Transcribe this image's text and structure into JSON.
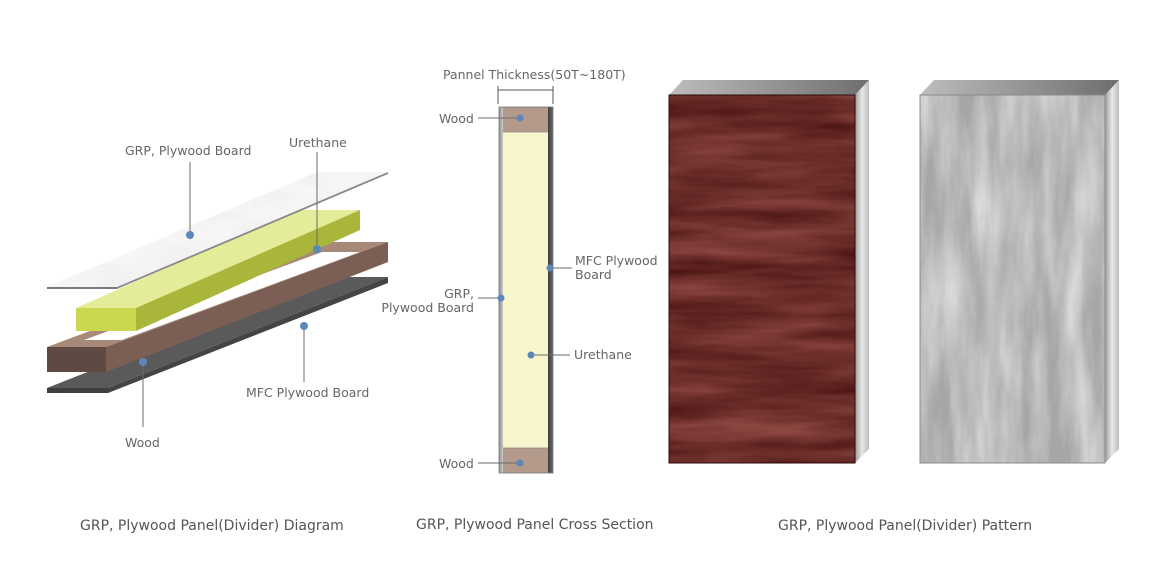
{
  "exploded_diagram": {
    "labels": {
      "grp_board": "GRP, Plywood Board",
      "urethane": "Urethane",
      "mfc_board": "MFC Plywood Board",
      "wood": "Wood"
    },
    "caption": "GRP, Plywood Panel(Divider) Diagram"
  },
  "cross_section": {
    "thickness_label": "Pannel Thickness(50T~180T)",
    "labels": {
      "wood_top": "Wood",
      "mfc_line1": "MFC Plywood",
      "mfc_line2": "Board",
      "grp_line1": "GRP,",
      "grp_line2": "Plywood Board",
      "urethane": "Urethane",
      "wood_bottom": "Wood"
    },
    "caption": "GRP, Plywood Panel Cross Section"
  },
  "pattern": {
    "caption": "GRP, Plywood Panel(Divider) Pattern"
  },
  "colors": {
    "marker": "#5b87b9",
    "leader": "#6b6b6b",
    "urethane": "#cfdc5b",
    "wood_frame": "#8a6b5e",
    "dark_base": "#555555",
    "cross_urethane": "#f7f5cc",
    "cross_wood": "#b39a8a",
    "mahogany": "#4a1412",
    "grey_pattern": "#a6a6a6"
  }
}
